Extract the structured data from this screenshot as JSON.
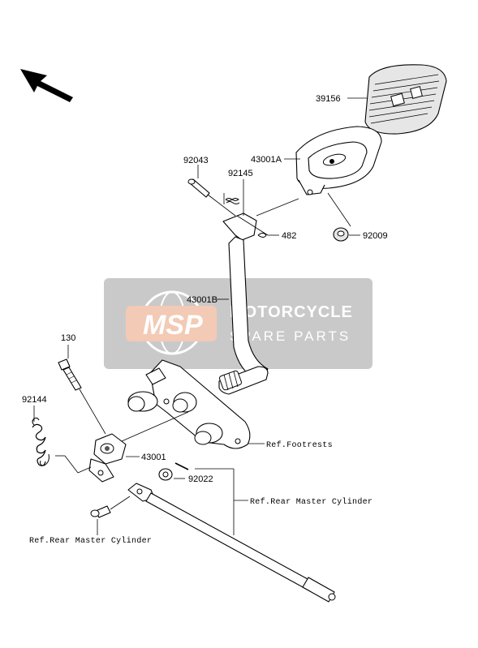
{
  "diagram": {
    "part_labels": {
      "p39156": "39156",
      "p43001A": "43001A",
      "p92043": "92043",
      "p92145": "92145",
      "p482": "482",
      "p92009": "92009",
      "p43001B": "43001B",
      "p130": "130",
      "p92144": "92144",
      "p43001": "43001",
      "p92022": "92022"
    },
    "refs": {
      "footrests": "Ref.Footrests",
      "rear_master_cylinder_right": "Ref.Rear Master Cylinder",
      "rear_master_cylinder_left": "Ref.Rear Master Cylinder"
    },
    "watermark": {
      "logo_text": "MSP",
      "line1": "MOTORCYCLE",
      "line2": "SPARE PARTS",
      "bg_color": "#9e9e9e",
      "logo_color": "#e8a07a"
    },
    "icons": [
      "direction-arrow-icon"
    ]
  }
}
